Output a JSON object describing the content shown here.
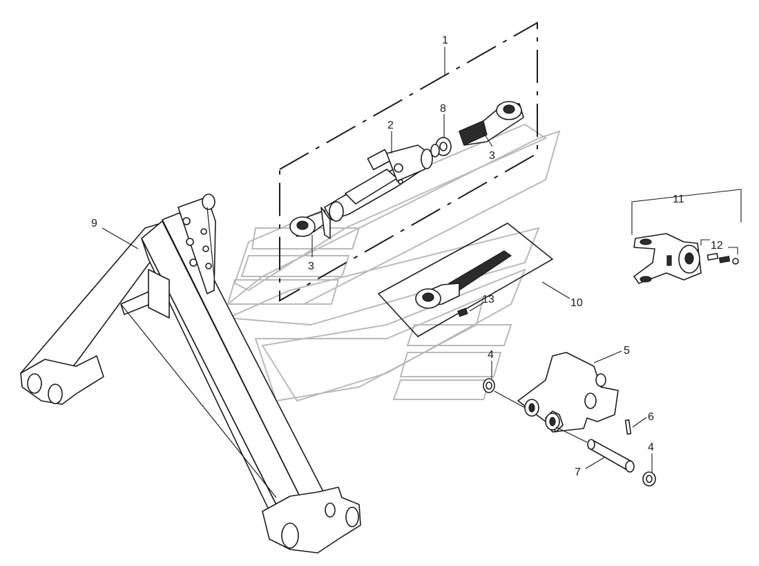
{
  "callouts": {
    "c1": "1",
    "c2": "2",
    "c3a": "3",
    "c3b": "3",
    "c4a": "4",
    "c4b": "4",
    "c5": "5",
    "c6": "6",
    "c7": "7",
    "c8": "8",
    "c9": "9",
    "c10": "10",
    "c11": "11",
    "c12": "12",
    "c13": "13"
  },
  "colors": {
    "line": "#1a1a1a",
    "watermark": "#b9b9b9",
    "background": "#ffffff"
  }
}
